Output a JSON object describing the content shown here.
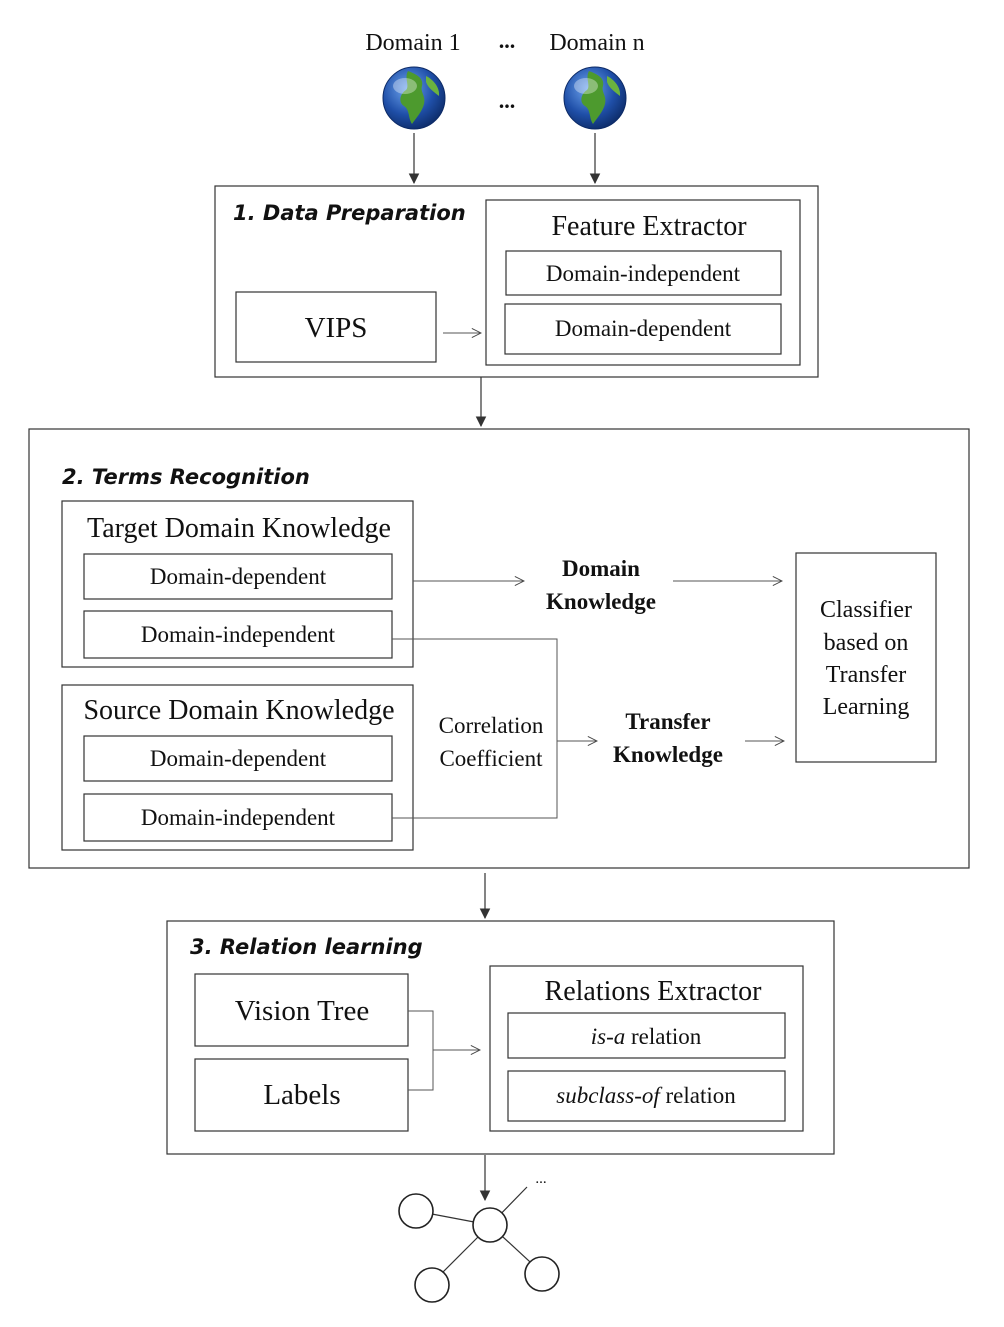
{
  "sources": {
    "domain_1": "Domain 1",
    "domain_n": "Domain n",
    "ellipsis": "..."
  },
  "stage1": {
    "title": "1. Data Preparation",
    "vips": "VIPS",
    "feature_extractor": "Feature Extractor",
    "domain_independent": "Domain-independent",
    "domain_dependent": "Domain-dependent"
  },
  "stage2": {
    "title": "2. Terms Recognition",
    "target_title": "Target Domain Knowledge",
    "target_dependent": "Domain-dependent",
    "target_independent": "Domain-independent",
    "source_title": "Source Domain Knowledge",
    "source_dependent": "Domain-dependent",
    "source_independent": "Domain-independent",
    "domain_knowledge_line1": "Domain",
    "domain_knowledge_line2": "Knowledge",
    "correlation_line1": "Correlation",
    "correlation_line2": "Coefficient",
    "transfer_line1": "Transfer",
    "transfer_line2": "Knowledge",
    "classifier_line1": "Classifier",
    "classifier_line2": "based on",
    "classifier_line3": "Transfer",
    "classifier_line4": "Learning"
  },
  "stage3": {
    "title": "3. Relation learning",
    "vision_tree": "Vision Tree",
    "labels": "Labels",
    "relations_extractor": "Relations Extractor",
    "isa_italic": "is-a",
    "isa_rest": " relation",
    "subclass_italic": "subclass-of",
    "subclass_rest": " relation"
  },
  "output_graph": {
    "ellipsis": "..."
  },
  "colors": {
    "globe_ocean": "#1f4fa8",
    "globe_land": "#4d9a2e",
    "line": "#333333"
  },
  "icons": [
    "globe-icon",
    "arrow-icon",
    "graph-node-icon"
  ]
}
